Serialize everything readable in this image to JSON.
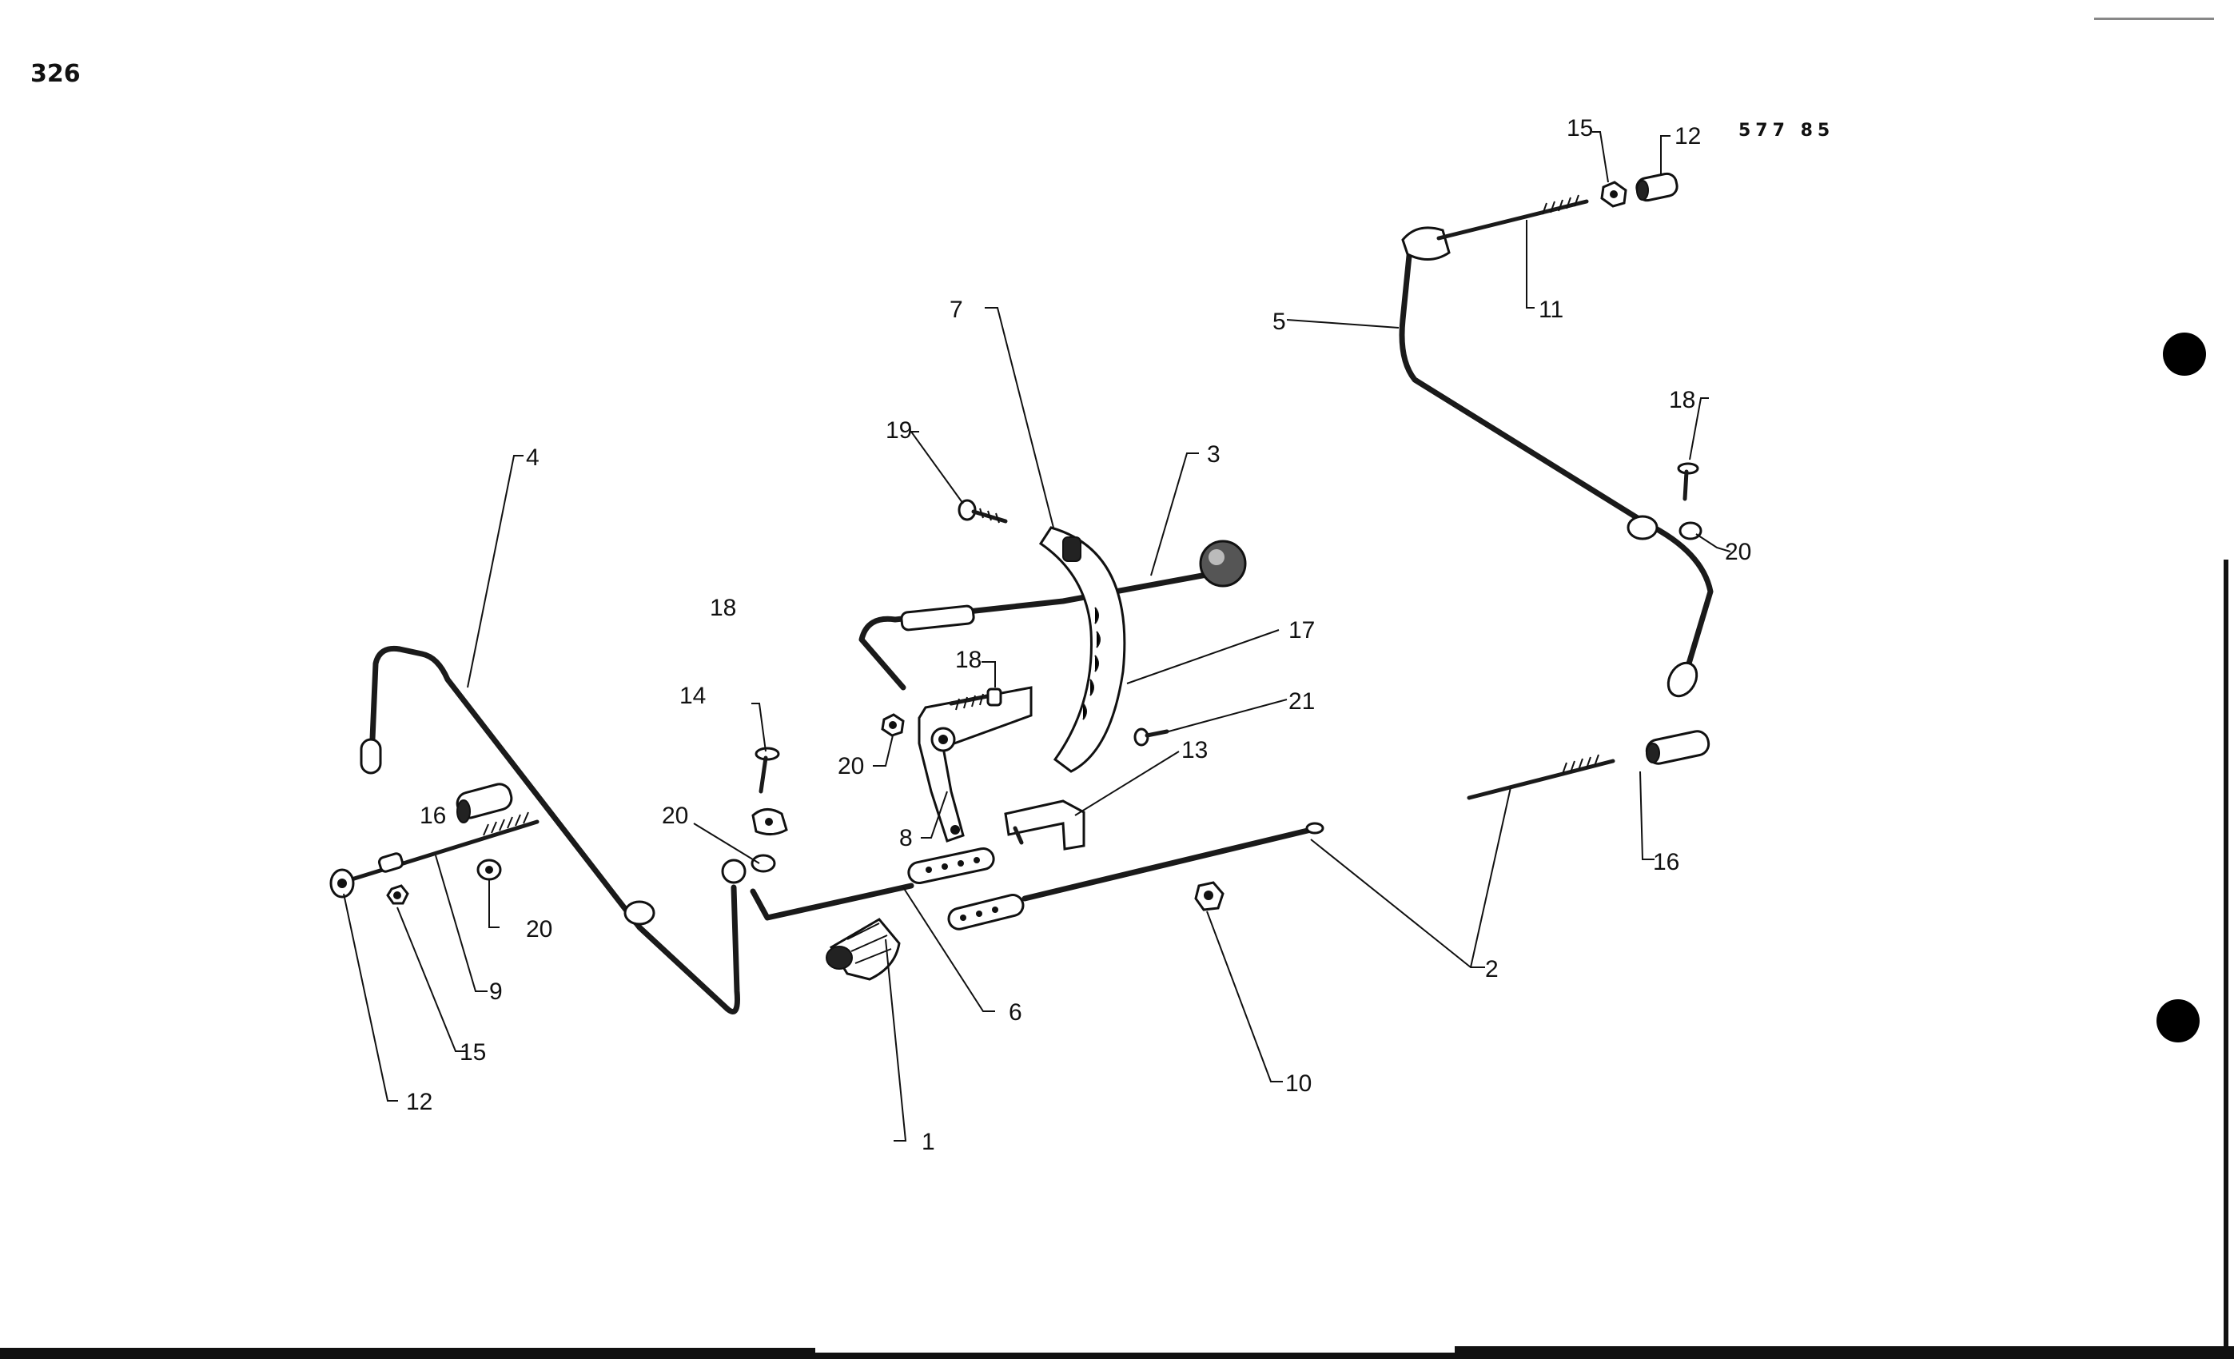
{
  "page": {
    "number": "326",
    "drawing_code": "577 85"
  },
  "callouts": {
    "c1": "1",
    "c2": "2",
    "c3": "3",
    "c4": "4",
    "c5": "5",
    "c6": "6",
    "c7": "7",
    "c8": "8",
    "c9": "9",
    "c10": "10",
    "c11": "11",
    "c12a": "12",
    "c12b": "12",
    "c13": "13",
    "c14": "14",
    "c15a": "15",
    "c15b": "15",
    "c16a": "16",
    "c16b": "16",
    "c17": "17",
    "c18a": "18",
    "c18b": "18",
    "c18c": "18",
    "c19": "19",
    "c20a": "20",
    "c20b": "20",
    "c20c": "20",
    "c20d": "20",
    "c21": "21"
  }
}
